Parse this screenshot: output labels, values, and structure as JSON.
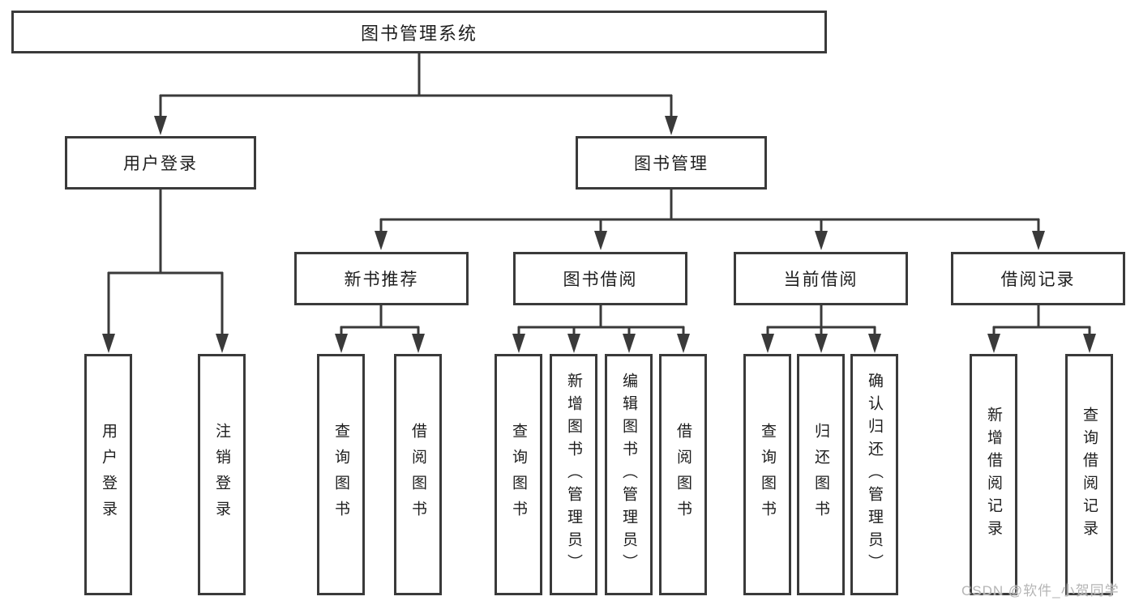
{
  "diagram": {
    "root": {
      "label": "图书管理系统"
    },
    "branches": [
      {
        "label": "用户登录",
        "children": [
          {
            "label": "用户登录"
          },
          {
            "label": "注销登录"
          }
        ]
      },
      {
        "label": "图书管理",
        "children": [
          {
            "label": "新书推荐",
            "children": [
              {
                "label": "查询图书"
              },
              {
                "label": "借阅图书"
              }
            ]
          },
          {
            "label": "图书借阅",
            "children": [
              {
                "label": "查询图书"
              },
              {
                "label": "新增图书（管理员）"
              },
              {
                "label": "编辑图书（管理员）"
              },
              {
                "label": "借阅图书"
              }
            ]
          },
          {
            "label": "当前借阅",
            "children": [
              {
                "label": "查询图书"
              },
              {
                "label": "归还图书"
              },
              {
                "label": "确认归还（管理员）"
              }
            ]
          },
          {
            "label": "借阅记录",
            "children": [
              {
                "label": "新增借阅记录"
              },
              {
                "label": "查询借阅记录"
              }
            ]
          }
        ]
      }
    ],
    "watermark": "CSDN @软件_小贺同学",
    "colors": {
      "line": "#3a3a3a",
      "text": "#1e1e1e",
      "box_bg": "#ffffff",
      "background": "#ffffff",
      "watermark": "#b5b5b5"
    }
  }
}
